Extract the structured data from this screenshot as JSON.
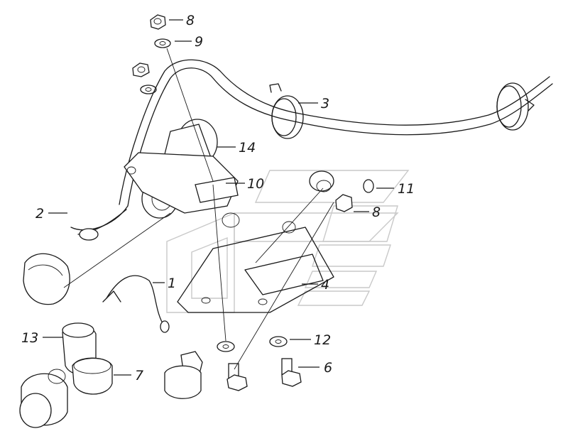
{
  "callouts": [
    {
      "id": "c8a",
      "text": "8"
    },
    {
      "id": "c9",
      "text": "9"
    },
    {
      "id": "c3",
      "text": "3"
    },
    {
      "id": "c14",
      "text": "14"
    },
    {
      "id": "c10",
      "text": "10"
    },
    {
      "id": "c11",
      "text": "11"
    },
    {
      "id": "c8b",
      "text": "8"
    },
    {
      "id": "c2",
      "text": "2"
    },
    {
      "id": "c1",
      "text": "1"
    },
    {
      "id": "c4",
      "text": "4"
    },
    {
      "id": "c13",
      "text": "13"
    },
    {
      "id": "c12",
      "text": "12"
    },
    {
      "id": "c7",
      "text": "7"
    },
    {
      "id": "c6",
      "text": "6"
    }
  ]
}
